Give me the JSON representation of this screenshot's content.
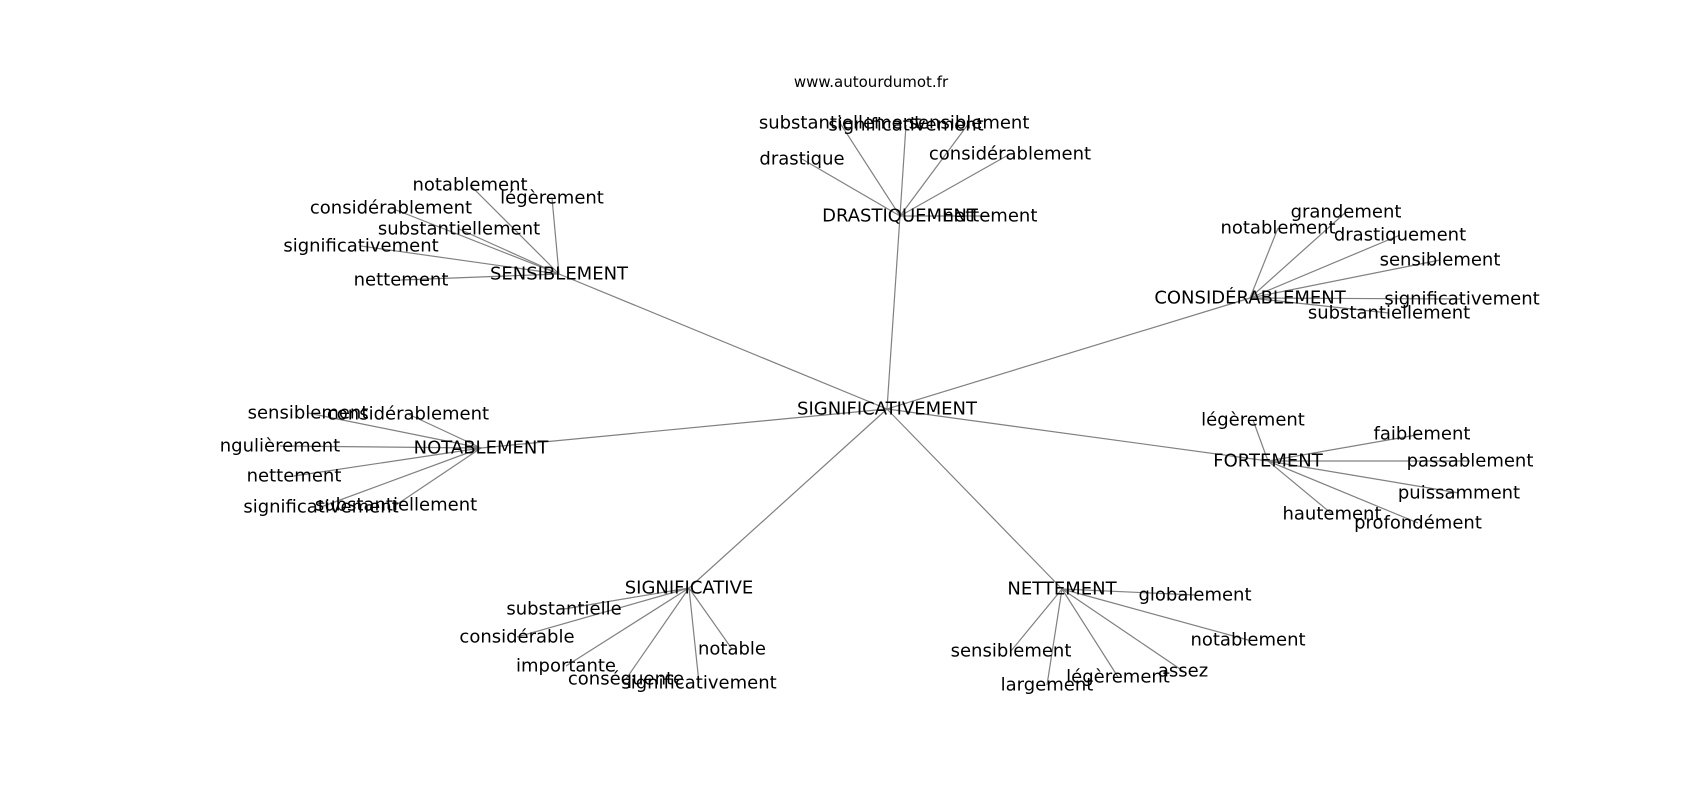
{
  "site": "www.autourdumot.fr",
  "center": "SIGNIFICATIVEMENT",
  "clusters": [
    {
      "hub": "DRASTIQUEMENT",
      "leaves": [
        "substantiellement",
        "significativement",
        "sensiblement",
        "drastique",
        "considérablement",
        "nettement"
      ]
    },
    {
      "hub": "SENSIBLEMENT",
      "leaves": [
        "notablement",
        "légèrement",
        "considérablement",
        "substantiellement",
        "significativement",
        "nettement"
      ]
    },
    {
      "hub": "CONSIDÉRABLEMENT",
      "leaves": [
        "grandement",
        "notablement",
        "drastiquement",
        "sensiblement",
        "significativement",
        "substantiellement"
      ]
    },
    {
      "hub": "NOTABLEMENT",
      "leaves": [
        "sensiblement",
        "considérablement",
        "ngulièrement",
        "nettement",
        "significativement",
        "substantiellement"
      ]
    },
    {
      "hub": "FORTEMENT",
      "leaves": [
        "légèrement",
        "faiblement",
        "passablement",
        "puissamment",
        "hautement",
        "profondément"
      ]
    },
    {
      "hub": "SIGNIFICATIVE",
      "leaves": [
        "substantielle",
        "considérable",
        "importante",
        "conséquente",
        "significativement",
        "notable"
      ]
    },
    {
      "hub": "NETTEMENT",
      "leaves": [
        "globalement",
        "notablement",
        "assez",
        "légèrement",
        "largement",
        "sensiblement"
      ]
    }
  ]
}
